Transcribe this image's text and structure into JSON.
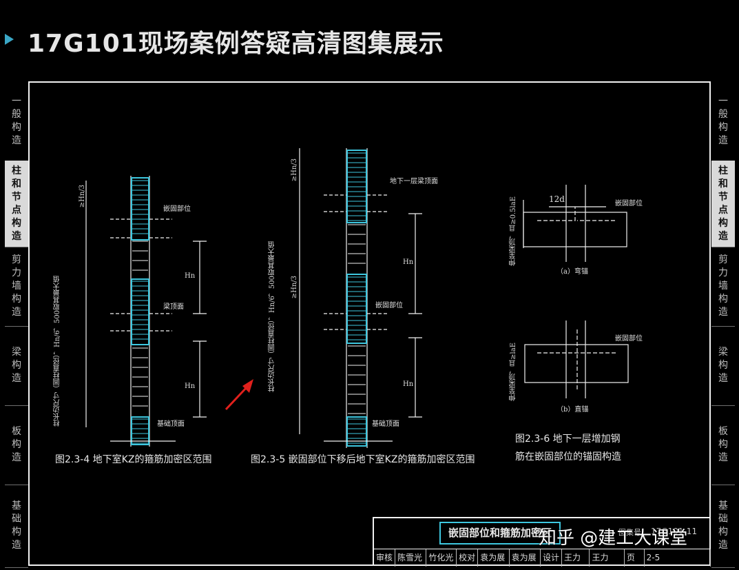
{
  "header": {
    "title": "17G101现场案例答疑高清图集展示"
  },
  "tabs_left": [
    {
      "label": "一般构造",
      "chars": [
        "一",
        "般",
        "构",
        "造"
      ]
    },
    {
      "label": "柱和节点构造",
      "chars": [
        "柱",
        "和",
        "节",
        "点",
        "构",
        "造"
      ],
      "active": true
    },
    {
      "label": "剪力墙构造",
      "chars": [
        "剪",
        "力",
        "墙",
        "构",
        "造"
      ]
    },
    {
      "label": "梁构造",
      "chars": [
        "梁",
        "构",
        "造"
      ]
    },
    {
      "label": "板构造",
      "chars": [
        "板",
        "构",
        "造"
      ]
    },
    {
      "label": "基础构造",
      "chars": [
        "基",
        "础",
        "构",
        "造"
      ]
    }
  ],
  "tabs_right": [
    {
      "label": "一般构造",
      "chars": [
        "一",
        "般",
        "构",
        "造"
      ]
    },
    {
      "label": "柱和节点构造",
      "chars": [
        "柱",
        "和",
        "节",
        "点",
        "构",
        "造"
      ],
      "active": true
    },
    {
      "label": "剪力墙构造",
      "chars": [
        "剪",
        "力",
        "墙",
        "构",
        "造"
      ]
    },
    {
      "label": "梁构造",
      "chars": [
        "梁",
        "构",
        "造"
      ]
    },
    {
      "label": "板构造",
      "chars": [
        "板",
        "构",
        "造"
      ]
    },
    {
      "label": "基础构造",
      "chars": [
        "基",
        "础",
        "构",
        "造"
      ]
    }
  ],
  "figures": {
    "fig_2_3_4": {
      "caption": "图2.3-4  地下室KZ的箍筋加密区范围",
      "labels": {
        "embed": "嵌固部位",
        "beam_top": "梁顶面",
        "base_top": "基础顶面",
        "hn1": "Hn",
        "hn2": "Hn",
        "left_note": "柱长边尺寸（圆柱直径），Hn/6，500取其最大值",
        "hn3": "≥Hn/3"
      }
    },
    "fig_2_3_5": {
      "caption": "图2.3-5  嵌固部位下移后地下室KZ的箍筋加密区范围",
      "labels": {
        "slab_top": "地下一层梁顶面",
        "embed": "嵌固部位",
        "base_top": "基础顶面",
        "hn1": "Hn",
        "hn2": "Hn",
        "left_note": "柱长边尺寸（圆柱直径），Hn/6，500取其最大值",
        "hn3a": "≥Hn/3",
        "hn3b": "≥Hn/3"
      }
    },
    "fig_2_3_6": {
      "caption_line1": "图2.3-6  地下一层增加钢",
      "caption_line2": "筋在嵌固部位的锚固构造",
      "labels": {
        "dim_12d": "12d",
        "embed_a": "嵌固部位",
        "embed_b": "嵌固部位",
        "sub_a": "（a）弯锚",
        "sub_b": "（b）直锚",
        "la_a": "伸至梁顶，且≥0.5laE",
        "la_b": "伸至梁顶，且≥laE"
      }
    }
  },
  "title_block": {
    "title": "嵌固部位和箍筋加密区",
    "atlas_label": "图集号",
    "atlas_no": "17G101-11",
    "row": [
      "审核",
      "陈雪光",
      "竹化光",
      "校对",
      "袁为展",
      "袁为展",
      "设计",
      "王力",
      "王力",
      "页",
      "2-5"
    ]
  },
  "watermark": "知乎 @建工大课堂",
  "colors": {
    "accent": "#3ec8e0",
    "line": "#f2f2f2",
    "arrow": "#e0201c"
  }
}
